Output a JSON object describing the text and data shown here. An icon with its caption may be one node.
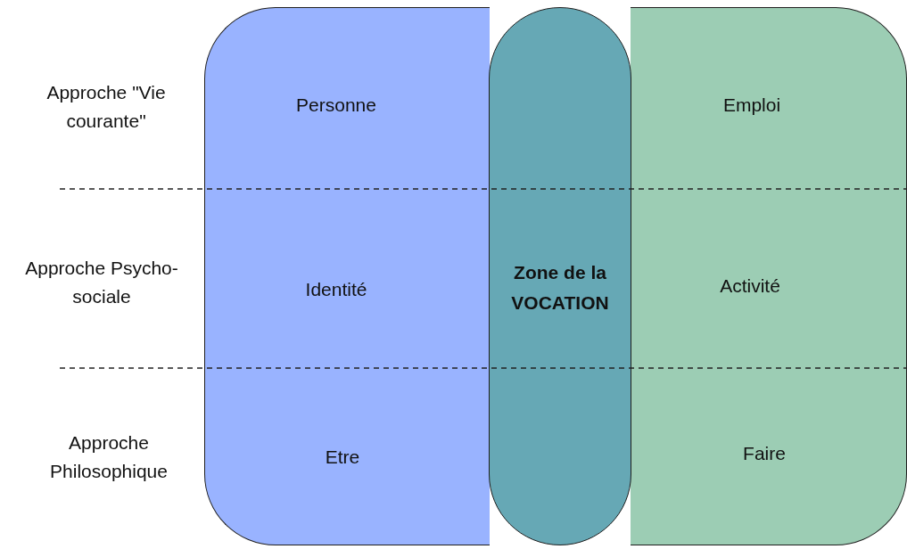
{
  "diagram": {
    "nodes": [
      {
        "text": [
          "Personne",
          "Identité",
          "Etre"
        ]
      },
      {
        "text": [
          "Emploi",
          "Activité",
          "Faire"
        ]
      },
      {
        "text": [
          "Zone de la VOCATION"
        ]
      }
    ],
    "labels": [
      "Approche \"Vie courante\"",
      "Approche Psycho-sociale",
      "Approche Philosophique"
    ]
  }
}
